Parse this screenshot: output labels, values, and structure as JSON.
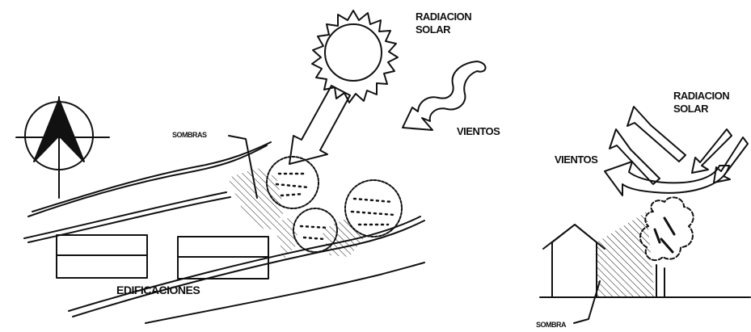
{
  "labels": {
    "radiation_left_1": "RADIACION",
    "radiation_left_2": "SOLAR",
    "winds_left": "VIENTOS",
    "shadows": "SOMBRAS",
    "buildings": "EDIFICACIONES",
    "radiation_right_1": "RADIACION",
    "radiation_right_2": "SOLAR",
    "winds_right": "VIENTOS",
    "shadow_right": "SOMBRA"
  },
  "colors": {
    "ink": "#111111",
    "background": "#ffffff"
  }
}
